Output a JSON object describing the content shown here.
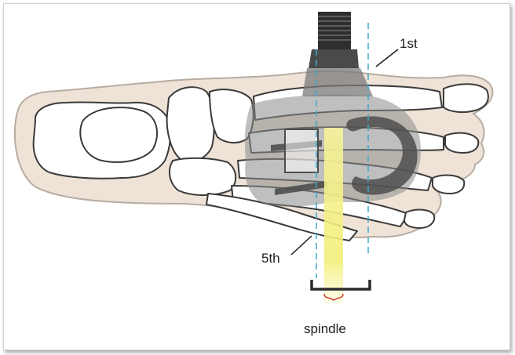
{
  "labels": {
    "first": "1st",
    "fifth": "5th",
    "spindle": "spindle"
  },
  "colors": {
    "skin": "#efe2d6",
    "skin_outline": "#b7aca2",
    "bone": "#ffffff",
    "bone_outline": "#3a3a3a",
    "pedal": "#8a8a8a",
    "pedal_dark": "#4e4e4e",
    "spindle_highlight": "#f3ef7a",
    "guide_line": "#3fa7c9",
    "brace": "#d23a2a"
  }
}
